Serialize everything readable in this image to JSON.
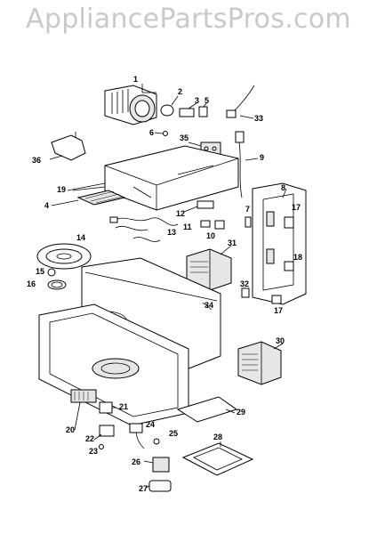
{
  "watermark": "AppliancePartsPros.com",
  "callouts": [
    "1",
    "2",
    "3",
    "5",
    "4",
    "6",
    "7",
    "8",
    "9",
    "10",
    "11",
    "12",
    "13",
    "14",
    "15",
    "16",
    "17",
    "17",
    "18",
    "19",
    "20",
    "21",
    "22",
    "23",
    "24",
    "25",
    "26",
    "27",
    "28",
    "29",
    "30",
    "31",
    "32",
    "33",
    "34",
    "35",
    "36"
  ]
}
